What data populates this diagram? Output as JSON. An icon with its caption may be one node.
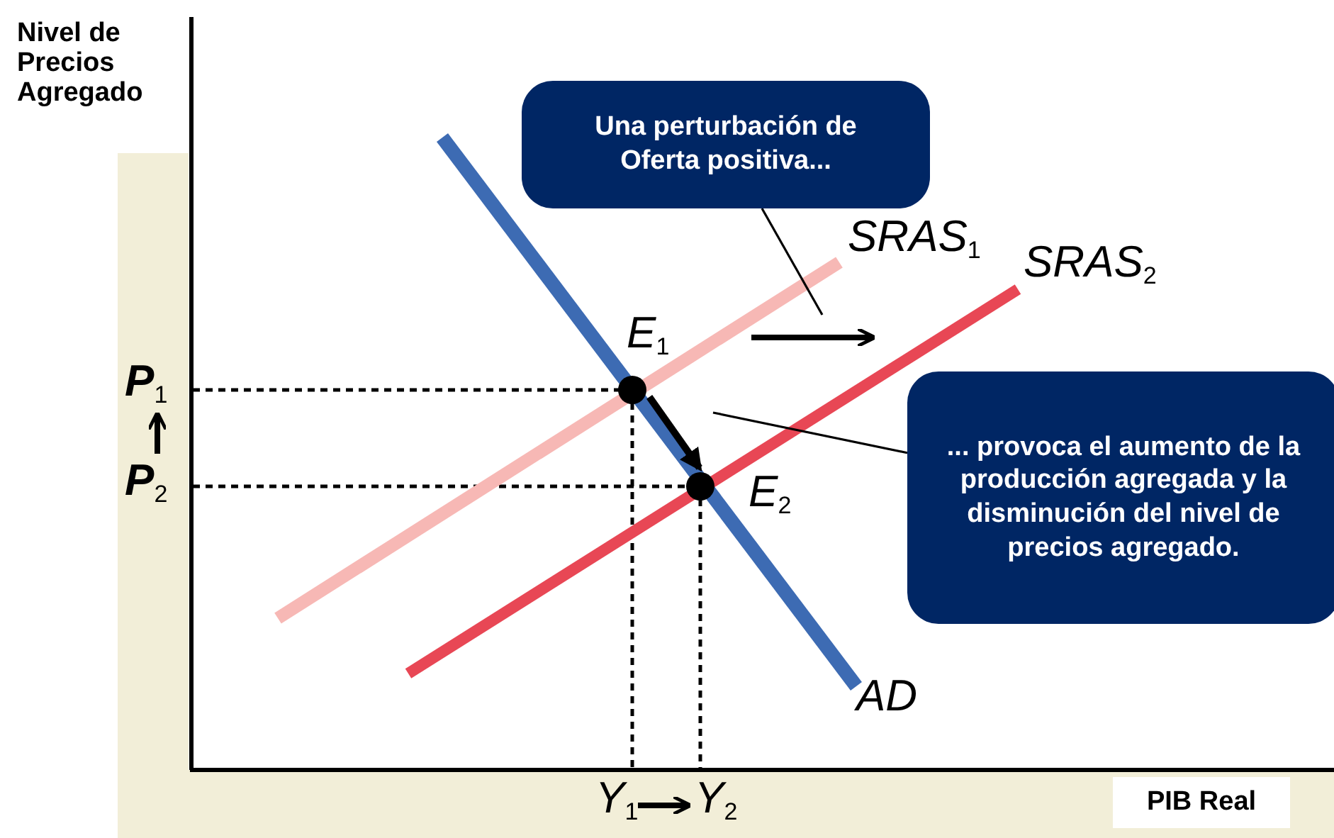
{
  "diagram": {
    "nodes": [
      {
        "text": [
          "Una perturbación de Oferta positiva..."
        ]
      },
      {
        "text": [
          "... provoca el aumento de la producción agregada y la disminución del nivel de precios agregado."
        ]
      },
      {
        "text": [],
        "shape": "circle",
        "beside": [
          "E$_{1}$"
        ]
      },
      {
        "text": [],
        "shape": "circle",
        "beside": [
          "E$_{2}$"
        ]
      },
      {
        "text": [
          "PIB Real"
        ]
      }
    ],
    "edges": [
      {
        "from": 2,
        "to": 3,
        "arrow": "to",
        "style": "thick"
      },
      {
        "from": 0,
        "to": null,
        "arrow": "none"
      },
      {
        "from": 1,
        "to": null,
        "arrow": "none"
      }
    ],
    "labels": [
      "Nivel de Precios Agregado",
      "SRAS$_{1}$",
      "SRAS$_{2}$",
      "AD",
      "P$_{1}$",
      "P$_{2}$",
      "Y$_{1}$",
      "Y$_{2}$"
    ]
  }
}
